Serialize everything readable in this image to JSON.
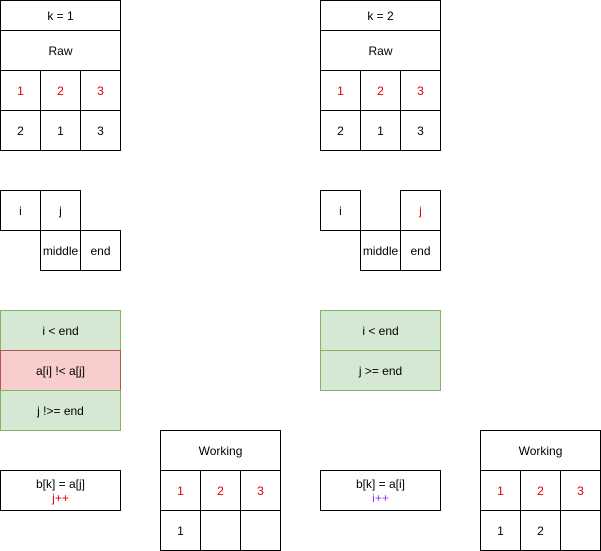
{
  "colors": {
    "index_red": "#e00000",
    "purple": "#9933ff",
    "green_fill": "#d5e8d4",
    "green_stroke": "#82b366",
    "red_fill": "#f8cecc",
    "red_stroke": "#b85450"
  },
  "left": {
    "k_label": "k = 1",
    "raw_title": "Raw",
    "raw_index": [
      "1",
      "2",
      "3"
    ],
    "raw_values": [
      "2",
      "1",
      "3"
    ],
    "pointers": {
      "i": "i",
      "j": "j",
      "middle": "middle",
      "end": "end"
    },
    "conditions": [
      "i < end",
      "a[i] !< a[j]",
      "j !>= end"
    ],
    "assign": {
      "main": "b[k] = a[j]",
      "incr": "j++"
    },
    "working_title": "Working",
    "working_index": [
      "1",
      "2",
      "3"
    ],
    "working_values": [
      "1",
      "",
      ""
    ]
  },
  "right": {
    "k_label": "k = 2",
    "raw_title": "Raw",
    "raw_index": [
      "1",
      "2",
      "3"
    ],
    "raw_values": [
      "2",
      "1",
      "3"
    ],
    "pointers": {
      "i": "i",
      "j": "j",
      "middle": "middle",
      "end": "end"
    },
    "conditions": [
      "i < end",
      "j >= end"
    ],
    "assign": {
      "main": "b[k] = a[i]",
      "incr": "i++"
    },
    "working_title": "Working",
    "working_index": [
      "1",
      "2",
      "3"
    ],
    "working_values": [
      "1",
      "2",
      ""
    ]
  }
}
